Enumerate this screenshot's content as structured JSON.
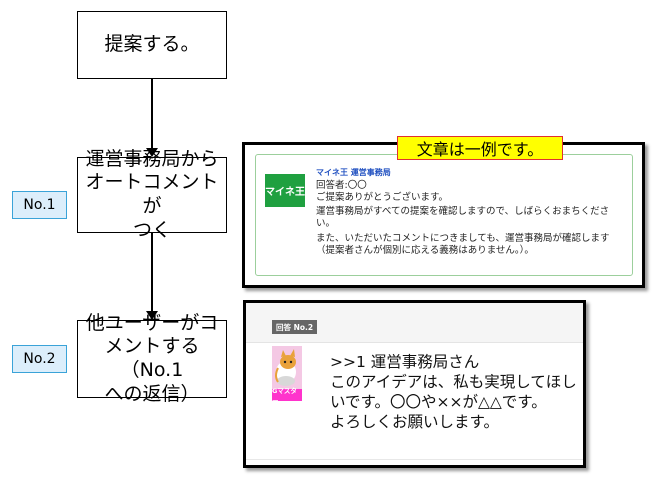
{
  "flow": {
    "steps": [
      {
        "lines": [
          "提案する。"
        ]
      },
      {
        "lines": [
          "運営事務局から",
          "オートコメントが",
          "つく"
        ]
      },
      {
        "lines": [
          "他ユーザーがコ",
          "メントする（No.1",
          "への返信）"
        ]
      }
    ],
    "tags": [
      "No.1",
      "No.2"
    ]
  },
  "card1": {
    "callout": "文章は一例です。",
    "logo_text": "マイネ王",
    "author": "マイネ王 運営事務局",
    "body": [
      "回答者:〇〇",
      "ご提案ありがとうございます。",
      "運営事務局がすべての提案を確認しますので、しばらくおまちください。",
      "また、いただいたコメントにつきましても、運営事務局が確認します（提案者さんが個別に応える義務はありません。）。"
    ]
  },
  "card2": {
    "badge": "回答 No.2",
    "avatar_label": "Gマスター",
    "lines": [
      ">>1 運営事務局さん",
      "このアイデアは、私も実現してほし",
      "いです。〇〇や××が△△です。",
      "よろしくお願いします。"
    ]
  },
  "colors": {
    "tag_fill": "#dceefb",
    "tag_border": "#3aa3d8",
    "callout_fill": "#ffff00",
    "callout_border": "#e03030",
    "logo_green": "#1fa040",
    "author_blue": "#2050c0",
    "avatar_label": "#ff33cc"
  }
}
